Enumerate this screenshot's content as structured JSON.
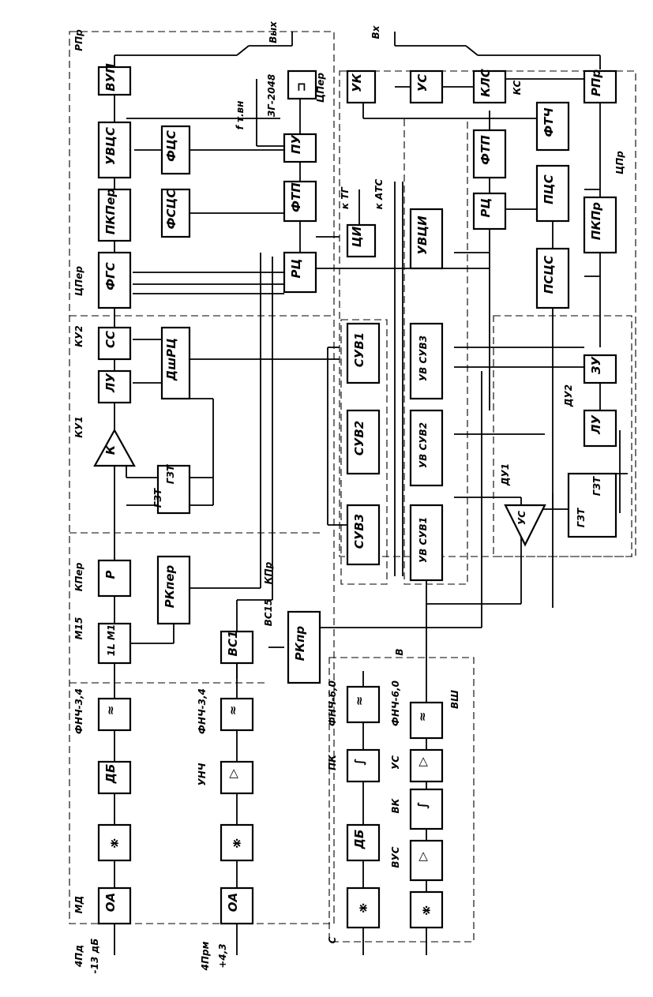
{
  "top_labels": {
    "rpr": "РПр",
    "vyh": "Вых",
    "vh": "Вх",
    "tsper_top": "ЦПер",
    "tsch": "f т.вн",
    "zg": "ЗГ-2048",
    "k_tg": "к ТГ",
    "k_ats": "к АТС",
    "kc": "КС",
    "tspr": "ЦПр"
  },
  "blocks": {
    "vup": "ВУП",
    "uvcs": "УВЦС",
    "fcs": "ФЦС",
    "pkper": "ПКПер",
    "fscs": "ФСЦС",
    "fgs": "ФГС",
    "cs": "СС",
    "lu1": "ЛУ",
    "dshrc": "ДшРЦ",
    "k": "К",
    "gzt_minus": "ГЗТ",
    "gzt_plus": "ГЗТ",
    "r": "Р",
    "rkper": "РКпер",
    "m1": "1L M1",
    "fnch_34_a": "≈",
    "db_a": "ДБ",
    "oa_a": "ОА",
    "bc1": "ВС1",
    "rkpr": "РКпр",
    "fnch_34_b": "≈",
    "unch": "▷",
    "oa_b": "ОА",
    "pu": "ПУ",
    "ftp_a": "ФТП",
    "rc_a": "РЦ",
    "ci": "ЦИ",
    "uk": "УК",
    "us_top": "УС",
    "kls": "КЛС",
    "rpr_blk": "РПр",
    "ftch": "ФТЧ",
    "ftp_b": "ФТП",
    "pcs": "ПЦС",
    "rc_b": "РЦ",
    "uvci": "УВЦИ",
    "pkpr": "ПКПр",
    "pscs": "ПСЦС",
    "suv1": "СУВ1",
    "uvsuv3": "УВ СУВ3",
    "zu": "ЗУ",
    "lu2": "ЛУ",
    "suv2": "СУВ2",
    "uvsuv2": "УВ СУВ2",
    "suv3": "СУВ3",
    "uvsuv1": "УВ СУВ1",
    "us_tri": "УС",
    "gzt_r_minus": "ГЗТ",
    "gzt_r_plus": "ГЗТ",
    "fnch_60_a": "≈",
    "pk": "∫",
    "db_b": "ДБ",
    "fnch_60_b": "≈",
    "us_b": "▷",
    "vk": "∫",
    "vus": "▷"
  },
  "labels": {
    "tsper": "ЦПер",
    "ku2": "КУ2",
    "ku1": "КУ1",
    "kper": "КПер",
    "m15": "M15",
    "md": "МД",
    "fnch34": "ФНЧ-3,4",
    "fnch34b": "ФНЧ-3,4",
    "unch_l": "УНЧ",
    "kpr": "КПр",
    "bc15": "ВС15",
    "fnch60": "ФНЧ-6,0",
    "fnch60b": "ФНЧ-6,0",
    "pk_l": "ПК",
    "us_l": "УС",
    "vk_l": "ВК",
    "vus_l": "ВУС",
    "vsh": "ВШ",
    "b": "В",
    "c": "С",
    "du1": "ДУ1",
    "du2": "ДУ2",
    "in4pd": "4Пд",
    "in13db": "-13 дБ",
    "in4prm": "4Прм",
    "in43": "+4,3",
    "minus": "—",
    "plus": "+",
    "minus_r": "—",
    "plus_r": "+"
  }
}
